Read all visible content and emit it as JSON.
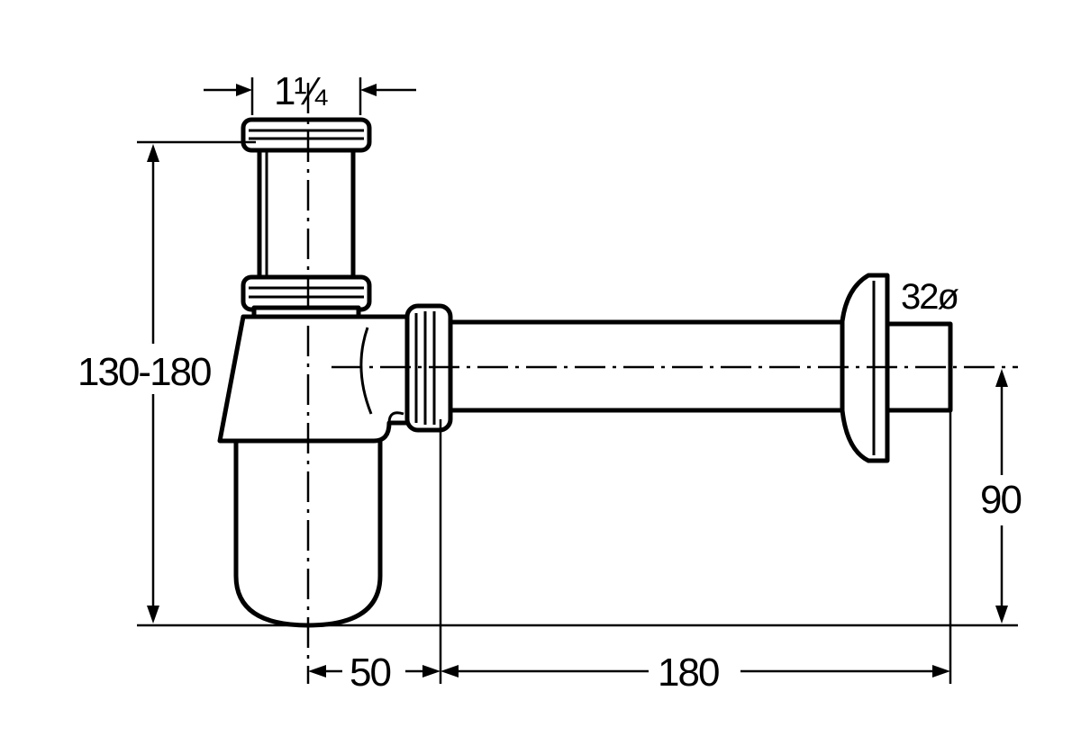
{
  "drawing": {
    "dimensions": {
      "inlet": "1¼",
      "height_range": "130-180",
      "outlet_diameter": "32ø",
      "outlet_height": "90",
      "offset": "50",
      "length": "180"
    }
  }
}
